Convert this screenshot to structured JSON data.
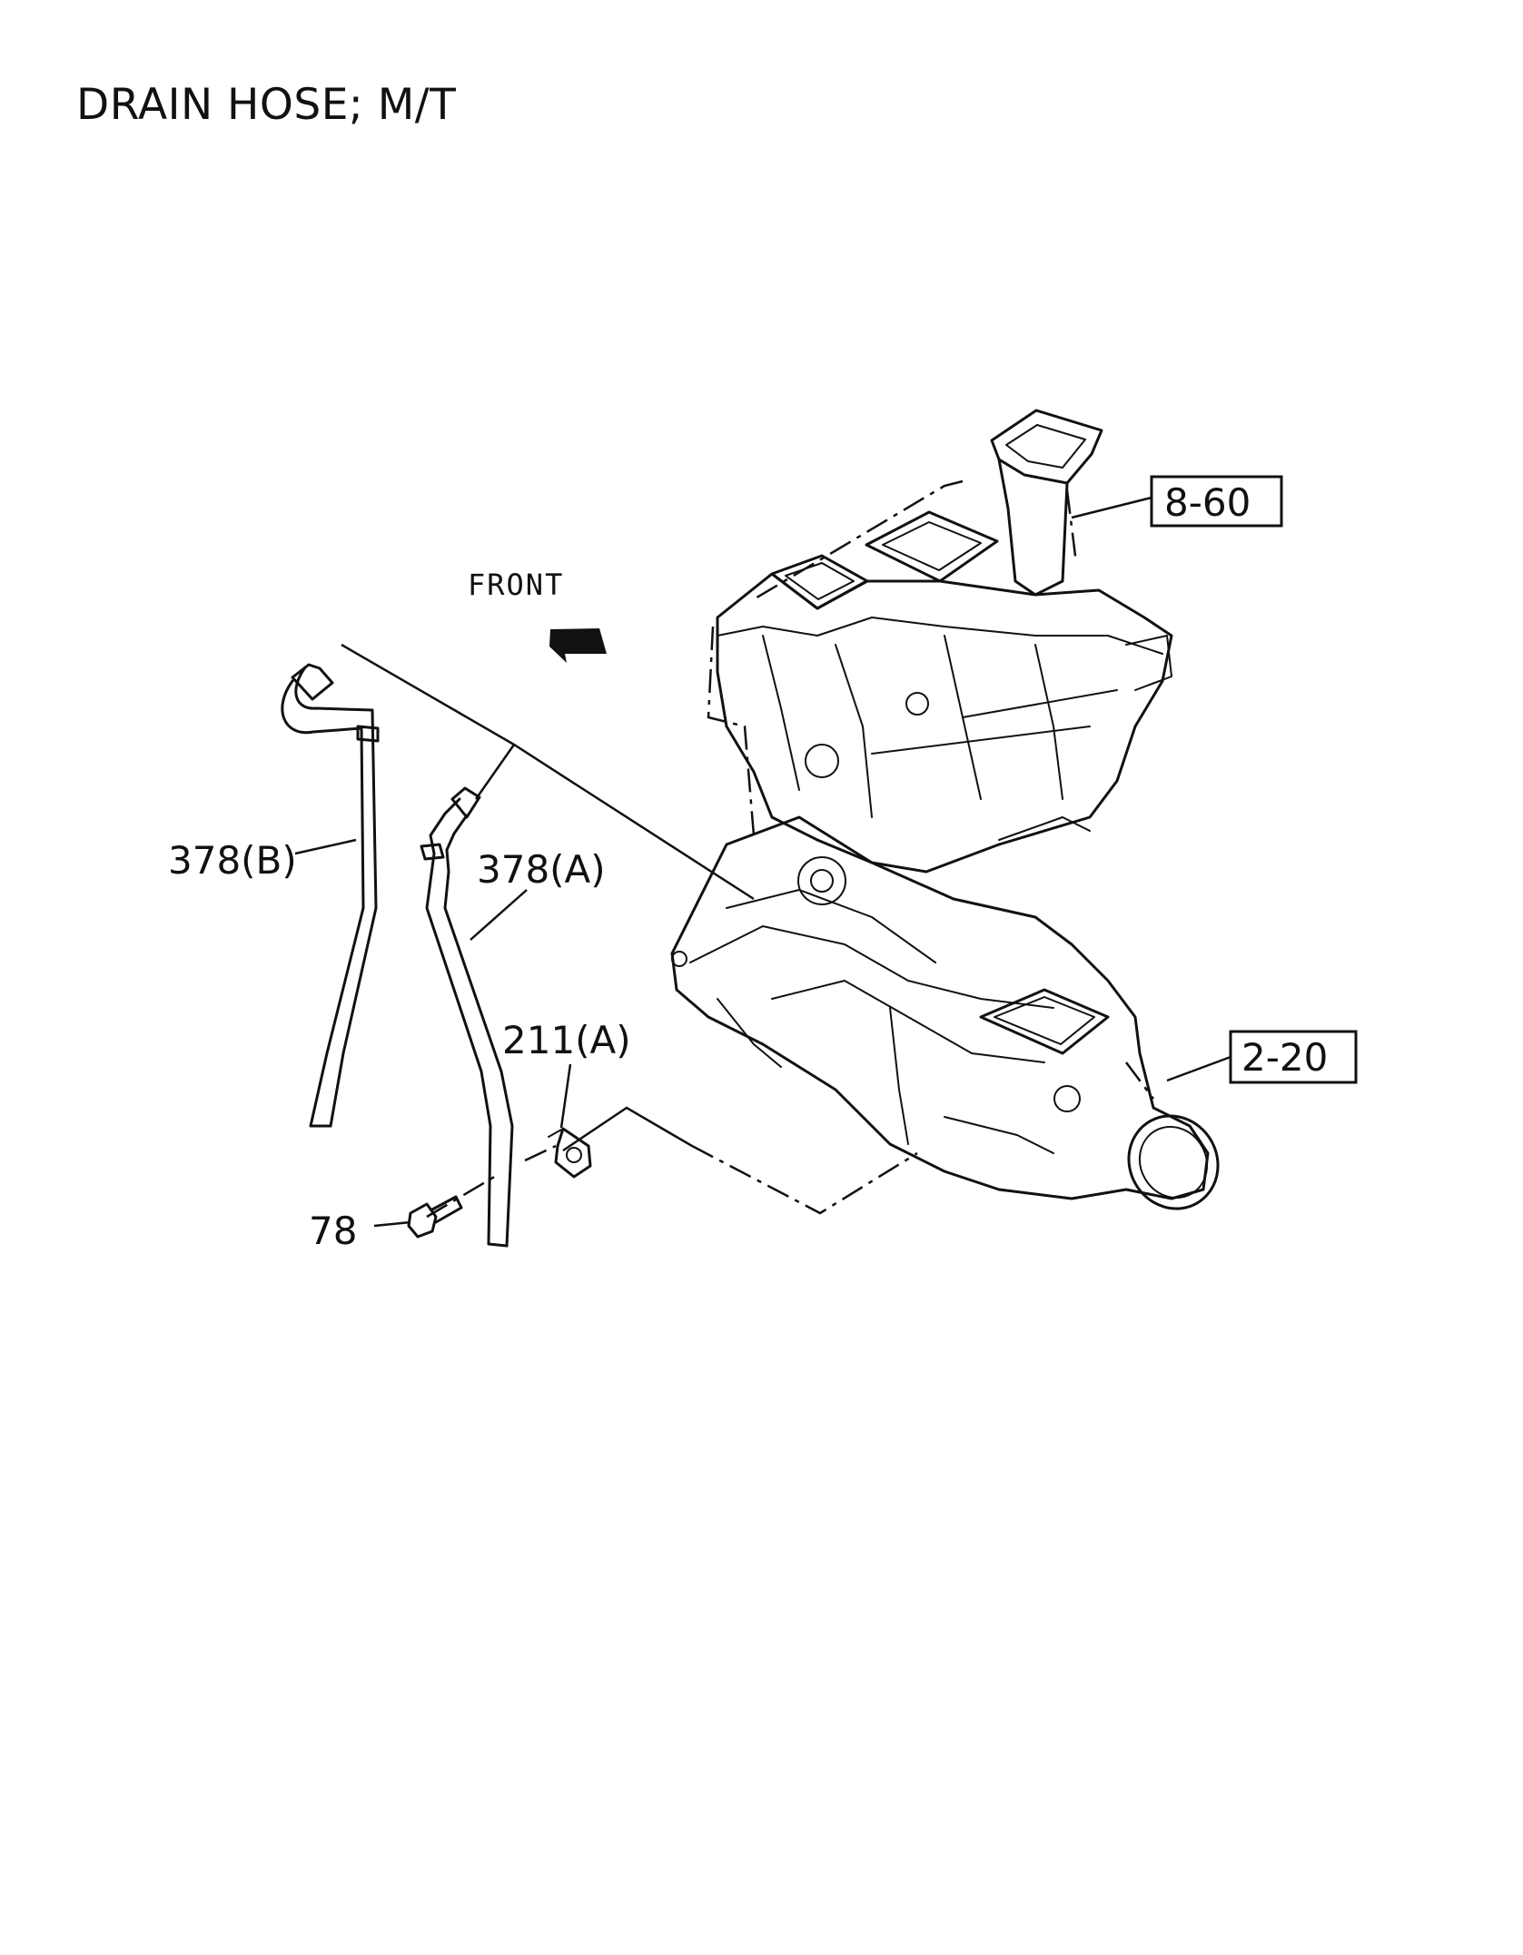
{
  "title": "DRAIN HOSE; M/T",
  "direction_label": "FRONT",
  "callouts": {
    "hose_b": "378(B)",
    "hose_a": "378(A)",
    "clip": "211(A)",
    "bolt": "78"
  },
  "reference_boxes": {
    "heater_unit": "8-60",
    "transmission": "2-20"
  }
}
